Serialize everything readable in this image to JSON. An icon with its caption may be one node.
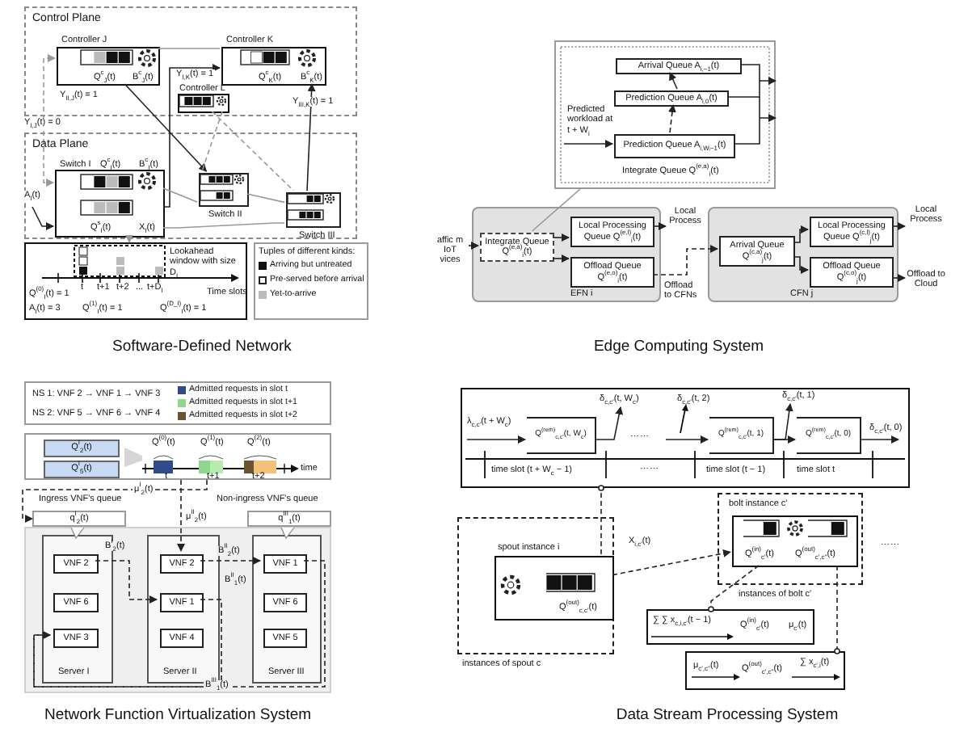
{
  "diagram": {
    "nodes": [
      {
        "text": [
          "Control Plane"
        ]
      },
      {
        "text": [
          "Controller J",
          "Q$^{c}$$_{J}$(t)",
          "B$^{c}$$_{J}$(t)"
        ],
        "in": 0
      },
      {
        "text": [
          "Controller K",
          "Q$^{c}$$_{K}$(t)",
          "B$^{c}$$_{K}$(t)"
        ],
        "in": 0
      },
      {
        "text": [
          "Controller L"
        ],
        "in": 0
      },
      {
        "text": [
          "Data Plane"
        ]
      },
      {
        "text": [
          "Switch I",
          "Q$^{c}$$_{I}$(t)",
          "B$^{c}$$_{I}$(t)",
          "Q$^{s}$$_{I}$(t)",
          "X$_{I}$(t)"
        ],
        "in": 4
      },
      {
        "text": [
          "Switch II"
        ],
        "in": 4
      },
      {
        "text": [
          "Switch III"
        ],
        "in": 4
      },
      {
        "text": [
          "Lookahead window with size D$_{I}$",
          "Time slots",
          "t",
          "t+1",
          "t+2",
          "...",
          "t+D$_{I}$",
          "Q$^{(0)}$$_{I}$(t) = 1",
          "A$_{I}$(t) = 3",
          "Q$^{(1)}$$_{I}$(t) = 1",
          "Q$^{(D_I)}$$_{I}$(t) = 1"
        ]
      },
      {
        "text": [
          "Tuples of different kinds:"
        ]
      },
      {
        "text": [
          "Predicted workload at t + W$_{i}$",
          "Integrate Queue Q$^{(e,a)}$$_{i}$(t)"
        ]
      },
      {
        "text": [
          "Arrival Queue A$_{i,−1}$(t)"
        ],
        "in": 10
      },
      {
        "text": [
          "Prediction Queue A$_{i,0}$(t)"
        ],
        "in": 10
      },
      {
        "text": [
          "Prediction Queue A$_{i,Wᵢ−1}$(t)"
        ],
        "in": 10
      },
      {
        "text": [
          "affic m IoT vices"
        ]
      },
      {
        "text": [
          "EFN i"
        ]
      },
      {
        "text": [
          "Integrate Queue Q$^{(e,a)}$$_{i}$(t)"
        ],
        "in": 15
      },
      {
        "text": [
          "Local Processing Queue Q$^{(e,l)}$$_{i}$(t)"
        ],
        "in": 15
      },
      {
        "text": [
          "Offload Queue Q$^{(e,o)}$$_{i}$(t)"
        ],
        "in": 15
      },
      {
        "text": [
          "Local Process"
        ]
      },
      {
        "text": [
          "CFN j"
        ]
      },
      {
        "text": [
          "Arrival Queue Q$^{(c,a)}$$_{j}$(t)"
        ],
        "in": 20
      },
      {
        "text": [
          "Local Processing Queue Q$^{(c,l)}$$_{j}$(t)"
        ],
        "in": 20
      },
      {
        "text": [
          "Offload Queue Q$^{(c,o)}$$_{j}$(t)"
        ],
        "in": 20
      },
      {
        "text": [
          "Local Process"
        ]
      },
      {
        "text": [
          "Offload to Cloud"
        ]
      },
      {
        "text": [
          "NS 1: VNF 2 → VNF 1 → VNF 3",
          "NS 2: VNF 5 → VNF 6 → VNF 4"
        ]
      },
      {
        "text": [
          "Q$^{(0)}$(t)",
          "Q$^{(1)}$(t)",
          "Q$^{(2)}$(t)",
          "t",
          "t+1",
          "t+2",
          "time"
        ]
      },
      {
        "text": [
          "Q$^{I}$$_{2}$(t)"
        ],
        "in": 27
      },
      {
        "text": [
          "Q$^{I}$$_{5}$(t)"
        ],
        "in": 27
      },
      {
        "text": [
          "q$^{I}$$_{2}$(t)"
        ],
        "beside": [
          "Ingress VNF's queue"
        ]
      },
      {
        "text": [
          "q$^{III}$$_{1}$(t)"
        ],
        "beside": [
          "Non-ingress VNF's queue"
        ]
      },
      {
        "text": [],
        "shape": "box"
      },
      {
        "text": [
          "Server I"
        ],
        "in": 32
      },
      {
        "text": [
          "VNF 2"
        ],
        "in": 33
      },
      {
        "text": [
          "VNF 6"
        ],
        "in": 33
      },
      {
        "text": [
          "VNF 3"
        ],
        "in": 33
      },
      {
        "text": [
          "Server II"
        ],
        "in": 32
      },
      {
        "text": [
          "VNF 2"
        ],
        "in": 37
      },
      {
        "text": [
          "VNF 1"
        ],
        "in": 37
      },
      {
        "text": [
          "VNF 4"
        ],
        "in": 37
      },
      {
        "text": [
          "Server III"
        ],
        "in": 32
      },
      {
        "text": [
          "VNF 1"
        ],
        "in": 41
      },
      {
        "text": [
          "VNF 6"
        ],
        "in": 41
      },
      {
        "text": [
          "VNF 5"
        ],
        "in": 41
      },
      {
        "text": [
          "λ$_{c,c'}$(t + W$_{c}$)",
          "δ$_{c,c'}$(t, W$_{c}$)",
          "δ$_{c,c'}$(t, 2)",
          "δ$_{c,c'}$(t, 1)",
          "δ$_{c,c'}$(t, 0)",
          "⋯⋯",
          "time slot (t + W$_{c}$ − 1)",
          "⋯⋯",
          "time slot (t − 1)",
          "time slot t"
        ]
      },
      {
        "text": [
          "Q$^{(rem)}$$_{c,c'}$(t, W$_{c}$)"
        ],
        "in": 45
      },
      {
        "text": [
          "Q$^{(rem)}$$_{c,c'}$(t, 1)"
        ],
        "in": 45
      },
      {
        "text": [
          "Q$^{(rem)}$$_{c,c'}$(t, 0)"
        ],
        "in": 45
      },
      {
        "text": [
          "instances of spout c"
        ]
      },
      {
        "text": [
          "spout instance i",
          "Q$^{(out)}$$_{c,c'}$(t)"
        ],
        "in": 49
      },
      {
        "text": [
          "bolt instance c'",
          "instances of bolt c'"
        ]
      },
      {
        "text": [
          "Q$^{(in)}$$_{c'}$(t)",
          "Q$^{(out)}$$_{c',c''}$(t)"
        ],
        "in": 51
      },
      {
        "text": [
          "∑ ∑ x$_{c,i,c'}$(t − 1)",
          "Q$^{(in)}$$_{c'}$(t)",
          "μ$_{c'}$(t)"
        ]
      },
      {
        "text": [
          "μ$_{c',c''}$(t)",
          "Q$^{(out)}$$_{c',c''}$(t)",
          "∑ x$_{c',i}$(t)"
        ]
      }
    ],
    "edges": [
      {
        "from": 1,
        "to": 2,
        "arrow": "none",
        "color": "#999999"
      },
      {
        "from": 5,
        "to": 2,
        "arrow": "to",
        "label": "Y$_{I,K}$(t) = 1"
      },
      {
        "from": 1,
        "to": 6,
        "arrow": "to",
        "label": "Y$_{II,J}$(t) = 1"
      },
      {
        "from": 7,
        "to": 2,
        "arrow": "to",
        "label": "Y$_{III,K}$(t) = 1"
      },
      {
        "from": 3,
        "to": 6,
        "arrow": "none",
        "style": "dashed",
        "color": "#999999"
      },
      {
        "from": 3,
        "to": 7,
        "arrow": "none",
        "style": "dashed",
        "color": "#999999"
      },
      {
        "from": 5,
        "to": 6,
        "arrow": "none",
        "color": "#999999"
      },
      {
        "from": 6,
        "to": 7,
        "arrow": "none",
        "color": "#999999"
      },
      {
        "from": 5,
        "to": 7,
        "arrow": "none",
        "color": "#999999"
      },
      {
        "from": 5,
        "to": 1,
        "arrow": "both",
        "style": "dashed",
        "color": "#999999",
        "label": "Y$_{I,J}$(t) = 0"
      },
      {
        "from": null,
        "to": 5,
        "arrow": "to",
        "label": "A$_{I}$(t)"
      },
      {
        "from": 5,
        "to": 8,
        "arrow": "to",
        "color": "#999999"
      },
      {
        "from": 13,
        "to": 12,
        "arrow": "to",
        "style": "dashed"
      },
      {
        "from": 12,
        "to": 11,
        "arrow": "to"
      },
      {
        "from": null,
        "to": 13,
        "arrow": "to"
      },
      {
        "from": 11,
        "to": null,
        "arrow": "to"
      },
      {
        "from": 13,
        "to": null,
        "arrow": "to"
      },
      {
        "from": 10,
        "to": 16,
        "arrow": "none",
        "color": "#999999"
      },
      {
        "from": 14,
        "to": 16,
        "arrow": "to"
      },
      {
        "from": 16,
        "to": 17,
        "arrow": "to"
      },
      {
        "from": 16,
        "to": 18,
        "arrow": "to"
      },
      {
        "from": 17,
        "to": 19,
        "arrow": "to"
      },
      {
        "from": 18,
        "to": 21,
        "arrow": "to",
        "style": "dashed"
      },
      {
        "from": 21,
        "to": 22,
        "arrow": "to"
      },
      {
        "from": 21,
        "to": 23,
        "arrow": "to"
      },
      {
        "from": 22,
        "to": 24,
        "arrow": "to"
      },
      {
        "from": 23,
        "to": 25,
        "arrow": "to"
      },
      {
        "from": 27,
        "to": 30,
        "arrow": "to",
        "style": "dashed",
        "label": "μ$^{I}$$_{2}$(t)"
      },
      {
        "from": 27,
        "to": 38,
        "arrow": "to",
        "style": "dashed",
        "label": "μ$^{II}$$_{2}$(t)"
      },
      {
        "from": 34,
        "to": 39,
        "arrow": "to",
        "style": "dashed",
        "label": "B$^{I}$$_{2}$(t)"
      },
      {
        "from": 38,
        "to": 42,
        "arrow": "to",
        "style": "dashed",
        "label": "B$^{II}$$_{2}$(t)"
      },
      {
        "from": 42,
        "to": 36,
        "arrow": "to",
        "style": "dashed",
        "label": "B$^{III}$$_{1}$(t)"
      },
      {
        "from": 39,
        "to": 36,
        "arrow": "to",
        "style": "dashed",
        "label": "B$^{II}$$_{1}$(t)"
      },
      {
        "from": 50,
        "to": 52,
        "arrow": "to",
        "style": "dashed",
        "label": "X$_{i,c'}$(t)"
      },
      {
        "from": 50,
        "to": 45,
        "arrow": "other",
        "style": "dashed"
      },
      {
        "from": 52,
        "to": 53,
        "arrow": "other",
        "style": "dashed"
      },
      {
        "from": 52,
        "to": 54,
        "arrow": "other",
        "style": "dashed"
      },
      {
        "from": 12,
        "to": null,
        "arrow": "none"
      },
      {
        "from": null,
        "to": 46,
        "arrow": "to"
      },
      {
        "from": 46,
        "to": null,
        "arrow": "to"
      },
      {
        "from": null,
        "to": 47,
        "arrow": "to"
      },
      {
        "from": 47,
        "to": 48,
        "arrow": "to"
      },
      {
        "from": 47,
        "to": null,
        "arrow": "to"
      },
      {
        "from": 48,
        "to": null,
        "arrow": "to"
      }
    ],
    "labels": [
      "Software-Defined Network",
      "Offload to CFNs",
      "Edge Computing System",
      "Network Function Virtualization System",
      "⋯⋯",
      "Data Stream Processing System"
    ],
    "legend": [
      {
        "text": "Arriving but untreated",
        "color": "#111111"
      },
      {
        "text": "Pre-served before arrival"
      },
      {
        "text": "Yet-to-arrive",
        "color": "#bbbbbb"
      },
      {
        "text": "Admitted requests in slot t",
        "color": "#2f4b8c"
      },
      {
        "text": "Admitted requests in slot t+1",
        "color": "#8ed88e"
      },
      {
        "text": "Admitted requests in slot t+2",
        "color": "#6b5330"
      }
    ]
  }
}
